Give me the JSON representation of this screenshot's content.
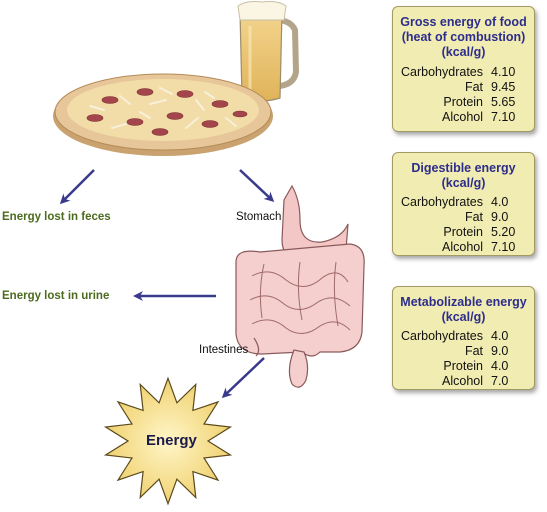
{
  "labels": {
    "feces": "Energy lost in feces",
    "urine": "Energy lost in urine",
    "stomach": "Stomach",
    "intestines": "Intestines",
    "energy": "Energy"
  },
  "boxes": {
    "gross": {
      "title_line1": "Gross energy of food",
      "title_line2": "(heat of combustion)",
      "title_line3": "(kcal/g)",
      "rows": [
        {
          "name": "Carbohydrates",
          "value": "4.10"
        },
        {
          "name": "Fat",
          "value": "9.45"
        },
        {
          "name": "Protein",
          "value": "5.65"
        },
        {
          "name": "Alcohol",
          "value": "7.10"
        }
      ]
    },
    "digestible": {
      "title_line1": "Digestible energy",
      "title_line2": "(kcal/g)",
      "rows": [
        {
          "name": "Carbohydrates",
          "value": "4.0"
        },
        {
          "name": "Fat",
          "value": "9.0"
        },
        {
          "name": "Protein",
          "value": "5.20"
        },
        {
          "name": "Alcohol",
          "value": "7.10"
        }
      ]
    },
    "metabolizable": {
      "title_line1": "Metabolizable energy",
      "title_line2": "(kcal/g)",
      "rows": [
        {
          "name": "Carbohydrates",
          "value": "4.0"
        },
        {
          "name": "Fat",
          "value": "9.0"
        },
        {
          "name": "Protein",
          "value": "4.0"
        },
        {
          "name": "Alcohol",
          "value": "7.0"
        }
      ]
    }
  },
  "colors": {
    "arrow": "#3a3a8c",
    "box_fill": "#f1ecb2",
    "box_title": "#2d2d8c",
    "loss_label": "#4b6b1e",
    "sun_fill": "#f6e49a",
    "pizza_crust": "#d9b28a",
    "intestine": "#f0c9c9"
  }
}
